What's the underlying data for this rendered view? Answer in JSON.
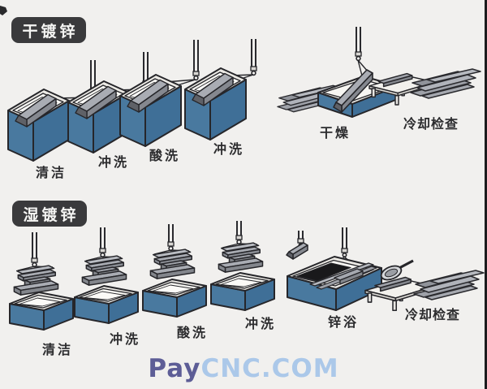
{
  "page": {
    "background_color": "#f1f0ee",
    "right_edge_color": "#1c1c1e"
  },
  "watermark": {
    "part1": "Pay",
    "part2": "CNC.COM"
  },
  "colors": {
    "tank_blue_front": "#49799f",
    "tank_blue_side": "#3f6f97",
    "rim_light": "#eceae5",
    "steel_gray": "#a9acb3",
    "steel_gray_dark": "#85888f",
    "zinc_pool": "#19191b",
    "badge_bg": "#3a3a3c",
    "label_color": "#2c2c2e",
    "watermark_dark": "#5d5d96",
    "watermark_light": "#abc8e9"
  },
  "sections": [
    {
      "badge": "干镀锌",
      "steps": [
        {
          "label": "清洁"
        },
        {
          "label": "冲洗"
        },
        {
          "label": "酸洗"
        },
        {
          "label": "冲洗"
        },
        {
          "label": "干燥"
        },
        {
          "label": "冷却检查"
        }
      ]
    },
    {
      "badge": "湿镀锌",
      "steps": [
        {
          "label": "清洁"
        },
        {
          "label": "冲洗"
        },
        {
          "label": "酸洗"
        },
        {
          "label": "冲洗"
        },
        {
          "label": "锌浴"
        },
        {
          "label": "冷却检查"
        }
      ]
    }
  ]
}
